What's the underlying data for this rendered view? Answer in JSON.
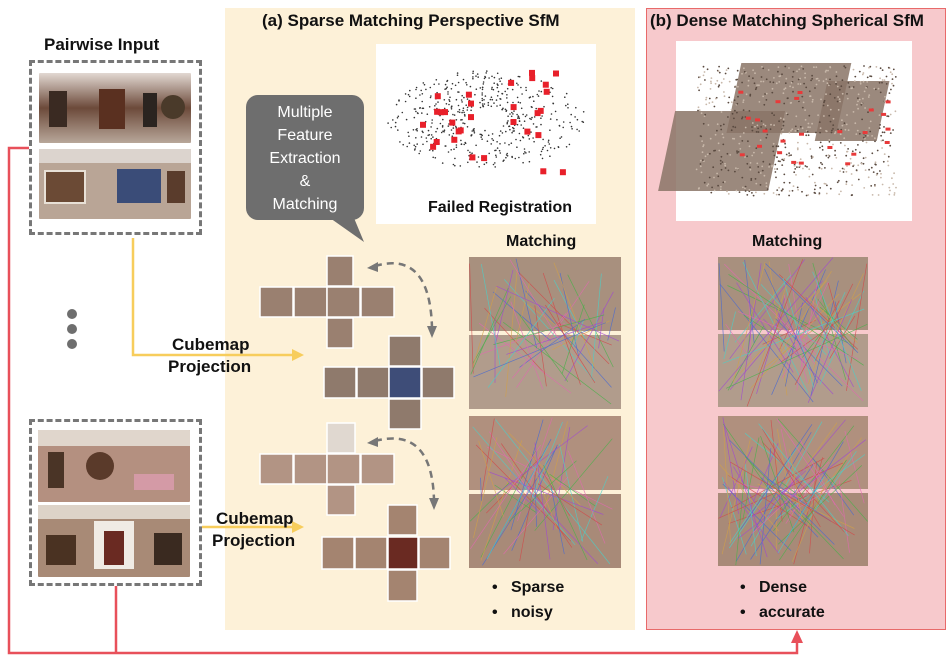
{
  "left": {
    "title": "Pairwise Input",
    "ellipsis": "•\n•\n•"
  },
  "panel_a": {
    "title": "(a) Sparse Matching Perspective SfM",
    "bubble_lines": [
      "Multiple",
      "Feature",
      "Extraction",
      "&",
      "Matching"
    ],
    "failed_label": "Failed Registration",
    "matching_label": "Matching",
    "cubemap_1": [
      "Cubemap",
      "Projection"
    ],
    "cubemap_2": [
      "Cubemap",
      "Projection"
    ],
    "bullets": [
      "Sparse",
      "noisy"
    ]
  },
  "panel_b": {
    "title": "(b) Dense Matching Spherical SfM",
    "matching_label": "Matching",
    "bullets": [
      "Dense",
      "accurate"
    ]
  },
  "colors": {
    "panel_a_bg": "#fdf1d8",
    "panel_b_bg": "#f7c9cc",
    "red_arrow": "#e8505a",
    "yellow_arrow": "#f7cd5c",
    "dash_gray": "#777777"
  }
}
